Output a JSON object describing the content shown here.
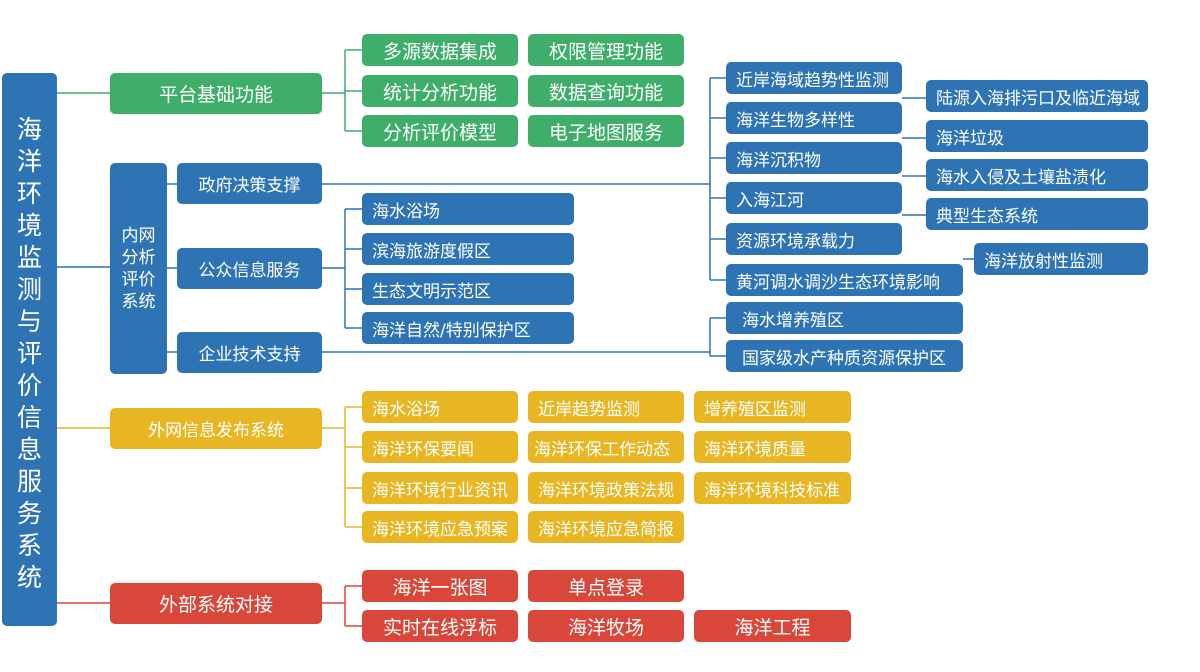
{
  "root_title": "海洋环境监测与评价信息服务系统",
  "platform": {
    "label": "平台基础功能",
    "items": [
      "多源数据集成",
      "权限管理功能",
      "统计分析功能",
      "数据查询功能",
      "分析评价模型",
      "电子地图服务"
    ]
  },
  "intranet": {
    "label": "内网分析评价系统",
    "gov_support": "政府决策支撑",
    "public_service": "公众信息服务",
    "enterprise_support": "企业技术支持",
    "public_items": [
      "海水浴场",
      "滨海旅游度假区",
      "生态文明示范区",
      "海洋自然/特别保护区"
    ],
    "monitor_items": [
      "近岸海域趋势性监测",
      "海洋生物多样性",
      "海洋沉积物",
      "入海江河",
      "资源环境承载力",
      "黄河调水调沙生态环境影响"
    ],
    "monitor_sub_items": [
      "陆源入海排污口及临近海域",
      "海洋垃圾",
      "海水入侵及土壤盐渍化",
      "典型生态系统",
      "海洋放射性监测"
    ],
    "enterprise_items": [
      "海水增养殖区",
      "国家级水产种质资源保护区"
    ]
  },
  "extranet": {
    "label": "外网信息发布系统",
    "items": [
      "海水浴场",
      "近岸趋势监测",
      "增养殖区监测",
      "海洋环保要闻",
      "海洋环保工作动态",
      "海洋环境质量",
      "海洋环境行业资讯",
      "海洋环境政策法规",
      "海洋环境科技标准",
      "海洋环境应急预案",
      "海洋环境应急简报"
    ]
  },
  "external": {
    "label": "外部系统对接",
    "items": [
      "海洋一张图",
      "单点登录",
      "实时在线浮标",
      "海洋牧场",
      "海洋工程"
    ]
  },
  "colors": {
    "green": "#3fae6a",
    "blue": "#2e74b5",
    "yellow": "#e8b623",
    "red": "#d9473a"
  }
}
